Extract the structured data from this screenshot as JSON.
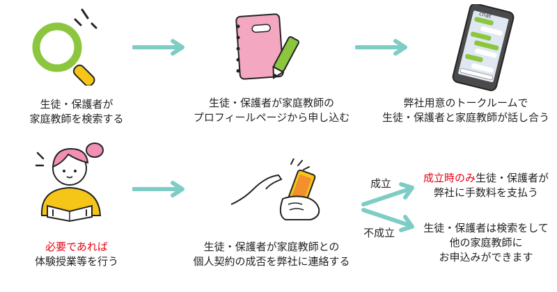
{
  "steps": {
    "s1": {
      "line1": "生徒・保護者が",
      "line2": "家庭教師を検索する"
    },
    "s2": {
      "line1": "生徒・保護者が家庭教師の",
      "line2": "プロフィールページから申し込む"
    },
    "s3": {
      "line1": "弊社用意のトークルームで",
      "line2": "生徒・保護者と家庭教師が話し合う"
    },
    "s4": {
      "line1_red": "必要であれば",
      "line2": "体験授業等を行う"
    },
    "s5": {
      "line1": "生徒・保護者が家庭教師との",
      "line2": "個人契約の成否を弊社に連絡する"
    }
  },
  "branches": {
    "success": {
      "label": "成立",
      "line1_red": "成立時のみ",
      "line1_rest": "生徒・保護者が",
      "line2": "弊社に手数料を支払う"
    },
    "failure": {
      "label": "不成立",
      "line1": "生徒・保護者は検索をして",
      "line2": "他の家庭教師に",
      "line3": "お申込みができます"
    }
  },
  "phone_screen_label": "chat",
  "colors": {
    "arrow": "#7ecdc4",
    "red": "#e60012",
    "lens_ring": "#8cc63f",
    "handle": "#f5c518",
    "notebook": "#f4a7c0",
    "pen": "#8cc63f",
    "phone_body": "#4a4a4a",
    "chat_green": "#8cc63f",
    "hair": "#f28fb5",
    "shirt": "#f5c518"
  }
}
